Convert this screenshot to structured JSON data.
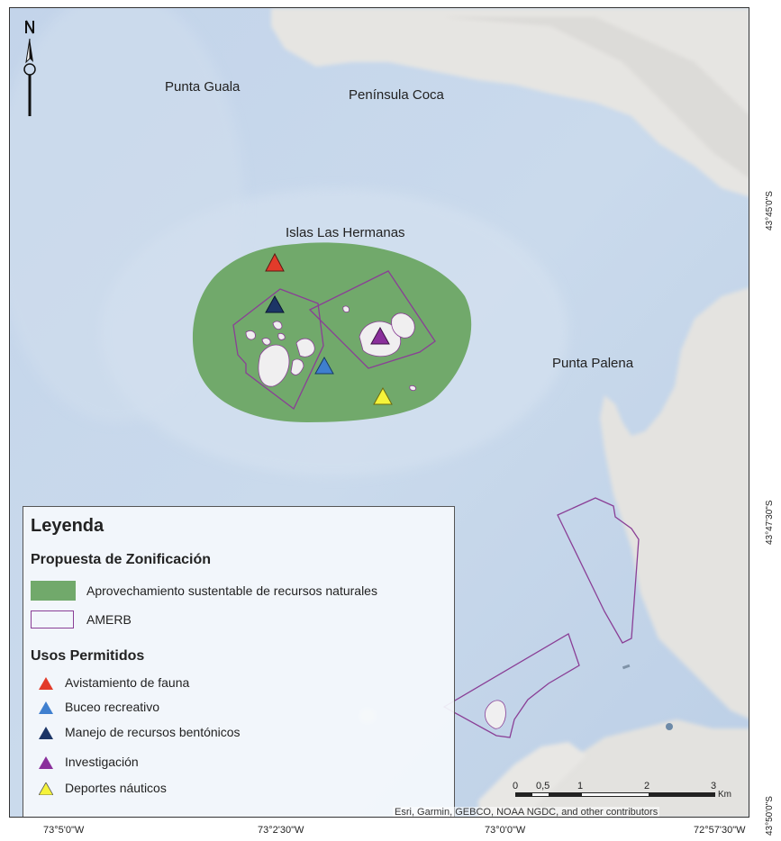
{
  "map": {
    "labels": {
      "punta_guala": "Punta Guala",
      "peninsula_coca": "Península Coca",
      "islas_las_hermanas": "Islas Las Hermanas",
      "punta_palena": "Punta Palena"
    },
    "lon_ticks": [
      "73°5'0\"W",
      "73°2'30\"W",
      "73°0'0\"W",
      "72°57'30\"W"
    ],
    "lat_ticks": [
      "43°45'0\"S",
      "43°47'30\"S",
      "43°50'0\"S"
    ],
    "attribution": "Esri, Garmin, GEBCO, NOAA NGDC, and other contributors",
    "colors": {
      "sea": "#c7d7ea",
      "land": "#e4e3e0",
      "zone_green": "#71a96b",
      "amerb_border": "#8a3f96",
      "red": "#e23b2a",
      "blue": "#3f7fcf",
      "navy": "#1c3566",
      "purple": "#8a2f9b",
      "yellow": "#f5f33a"
    },
    "icons": [
      "north-arrow-icon",
      "triangle-marker-icon"
    ]
  },
  "scale_bar": {
    "ticks": [
      "0",
      "0,5",
      "1",
      "2",
      "3"
    ],
    "unit": "Km"
  },
  "legend": {
    "title": "Leyenda",
    "zonification_heading": "Propuesta de Zonificación",
    "zonification_items": [
      "Aprovechamiento sustentable de recursos naturales",
      "AMERB"
    ],
    "uses_heading": "Usos Permitidos",
    "uses_items": [
      "Avistamiento de fauna",
      "Buceo recreativo",
      "Manejo de recursos bentónicos",
      "Investigación",
      "Deportes náuticos"
    ]
  }
}
